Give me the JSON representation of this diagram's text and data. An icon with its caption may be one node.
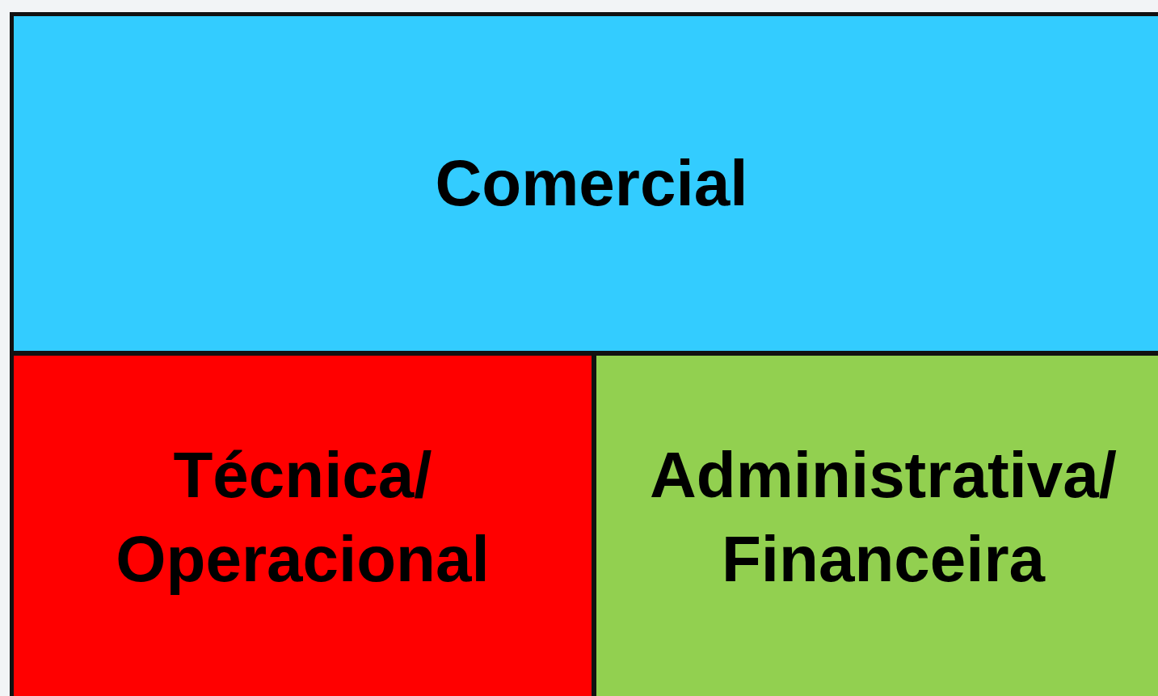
{
  "diagram": {
    "nodes": [
      {
        "text": [
          "Comercial"
        ]
      },
      {
        "text": [
          "Técnica/ Operacional"
        ]
      },
      {
        "text": [
          "Administrativa/ Financeira"
        ]
      }
    ]
  }
}
